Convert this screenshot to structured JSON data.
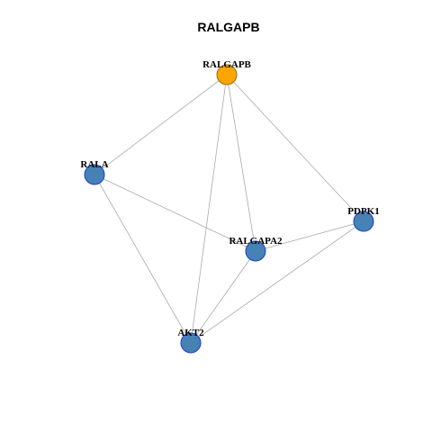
{
  "title": "RALGAPB",
  "colors": {
    "focus_fill": "#FFA500",
    "focus_stroke": "#8B6D10",
    "node_fill": "#4682B4",
    "node_stroke": "#1E3EC8",
    "edge": "#AAAAAA"
  },
  "nodes": [
    {
      "id": "RALGAPB",
      "label": "RALGAPB",
      "focus": true
    },
    {
      "id": "RALA",
      "label": "RALA",
      "focus": false
    },
    {
      "id": "RALGAPA2",
      "label": "RALGAPA2",
      "focus": false
    },
    {
      "id": "PDPK1",
      "label": "PDPK1",
      "focus": false
    },
    {
      "id": "AKT2",
      "label": "AKT2",
      "focus": false
    }
  ],
  "edges": [
    [
      "RALGAPB",
      "RALA"
    ],
    [
      "RALGAPB",
      "AKT2"
    ],
    [
      "RALGAPB",
      "RALGAPA2"
    ],
    [
      "RALGAPB",
      "PDPK1"
    ],
    [
      "RALA",
      "RALGAPA2"
    ],
    [
      "RALA",
      "AKT2"
    ],
    [
      "RALGAPA2",
      "PDPK1"
    ],
    [
      "RALGAPA2",
      "AKT2"
    ],
    [
      "PDPK1",
      "AKT2"
    ]
  ]
}
